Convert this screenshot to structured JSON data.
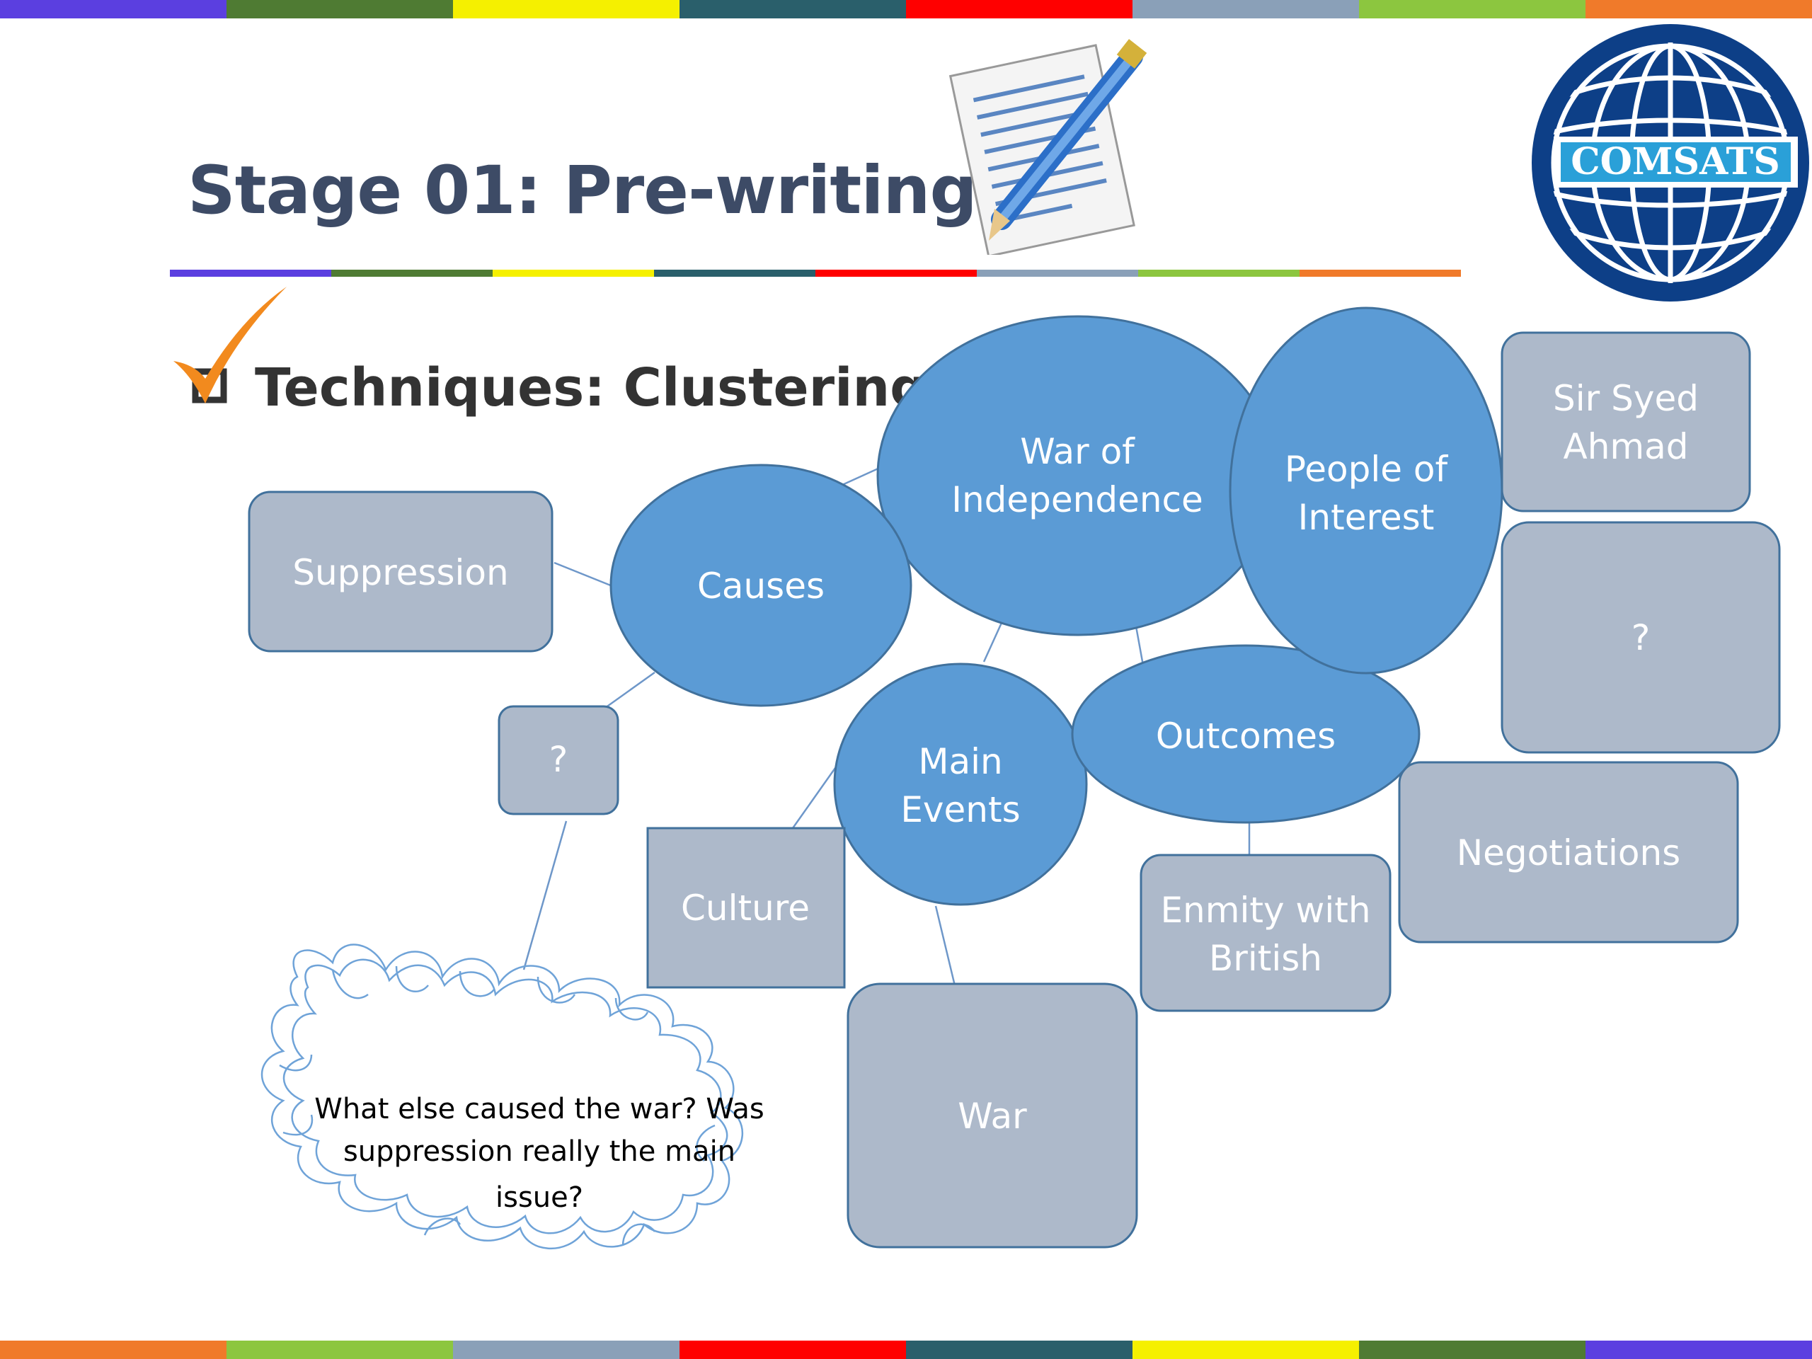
{
  "title": "Stage 01: Pre-writing",
  "subtitle": "Techniques: Clustering",
  "logo_text": "COMSATS",
  "stripe_colors": [
    "#5b3fe0",
    "#4f7b33",
    "#f5f000",
    "#2a5f6b",
    "#ff0000",
    "#8aa0b8",
    "#8cc63f",
    "#f07a2a"
  ],
  "nodes": {
    "war_of_independence": [
      "War of",
      "Independence"
    ],
    "people_of_interest": [
      "People of",
      "Interest"
    ],
    "causes": [
      "Causes"
    ],
    "main_events": [
      "Main",
      "Events"
    ],
    "outcomes": [
      "Outcomes"
    ],
    "suppression": [
      "Suppression"
    ],
    "cause_unknown": [
      "?"
    ],
    "culture": [
      "Culture"
    ],
    "war": [
      "War"
    ],
    "enmity": [
      "Enmity with",
      "British"
    ],
    "negotiations": [
      "Negotiations"
    ],
    "sir_syed": [
      "Sir Syed",
      "Ahmad"
    ],
    "person_unknown": [
      "?"
    ]
  },
  "annotation": [
    "What else caused the war?  Was",
    "suppression really the main",
    "issue?"
  ]
}
